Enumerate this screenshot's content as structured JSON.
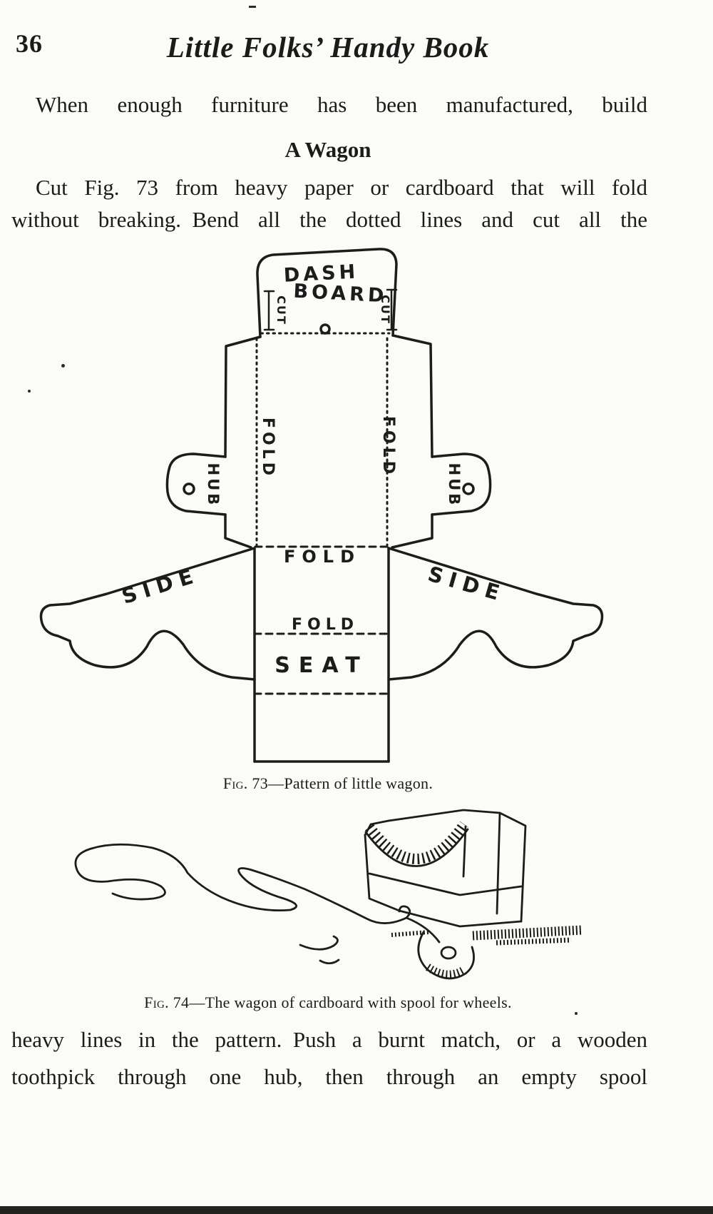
{
  "page": {
    "number": "36",
    "title": "Little Folks’ Handy Book"
  },
  "intro": {
    "line1": "When enough furniture has been manufactured, build"
  },
  "wagon_section": {
    "heading": "A Wagon",
    "para_line1": "Cut Fig. 73 from heavy paper or cardboard that will fold",
    "para_line2": "without breaking. Bend all the dotted lines and cut all the"
  },
  "fig73": {
    "labels": {
      "dash": "DASH",
      "board": "BOARD",
      "cut_left": "CUT",
      "cut_right": "CUT",
      "fold_left_vertical": "FOLD",
      "fold_right_vertical": "FOLD",
      "hub_left": "HUB",
      "hub_right": "HUB",
      "side_left": "SIDE",
      "side_right": "SIDE",
      "fold_middle": "FOLD",
      "fold_seat": "FOLD",
      "seat": "SEAT"
    },
    "caption_prefix": "Fig. 73",
    "caption_text": "—Pattern of little wagon."
  },
  "fig74": {
    "caption_prefix": "Fig. 74",
    "caption_text": "—The wagon of cardboard with spool for wheels."
  },
  "closing": {
    "line1": "heavy lines in the pattern. Push a burnt match, or a wooden",
    "line2": "toothpick through one hub, then through an empty spool"
  }
}
